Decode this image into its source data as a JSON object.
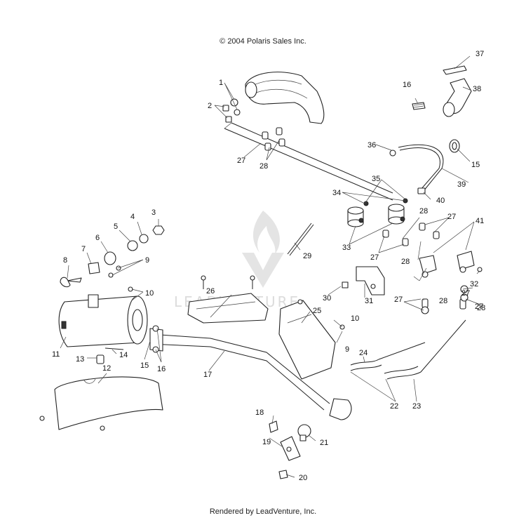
{
  "copyright": "© 2004 Polaris Sales Inc.",
  "rendered_by": "Rendered by LeadVenture, Inc.",
  "watermark": "LEADVENTURE",
  "callouts": [
    "1",
    "2",
    "3",
    "4",
    "5",
    "6",
    "7",
    "8",
    "9",
    "9",
    "10",
    "10",
    "11",
    "12",
    "13",
    "14",
    "15",
    "15",
    "16",
    "16",
    "17",
    "18",
    "19",
    "20",
    "21",
    "22",
    "23",
    "24",
    "25",
    "26",
    "27",
    "27",
    "27",
    "27",
    "27",
    "27",
    "28",
    "28",
    "28",
    "28",
    "28",
    "29",
    "30",
    "31",
    "32",
    "33",
    "34",
    "35",
    "36",
    "37",
    "38",
    "39",
    "40",
    "41"
  ]
}
